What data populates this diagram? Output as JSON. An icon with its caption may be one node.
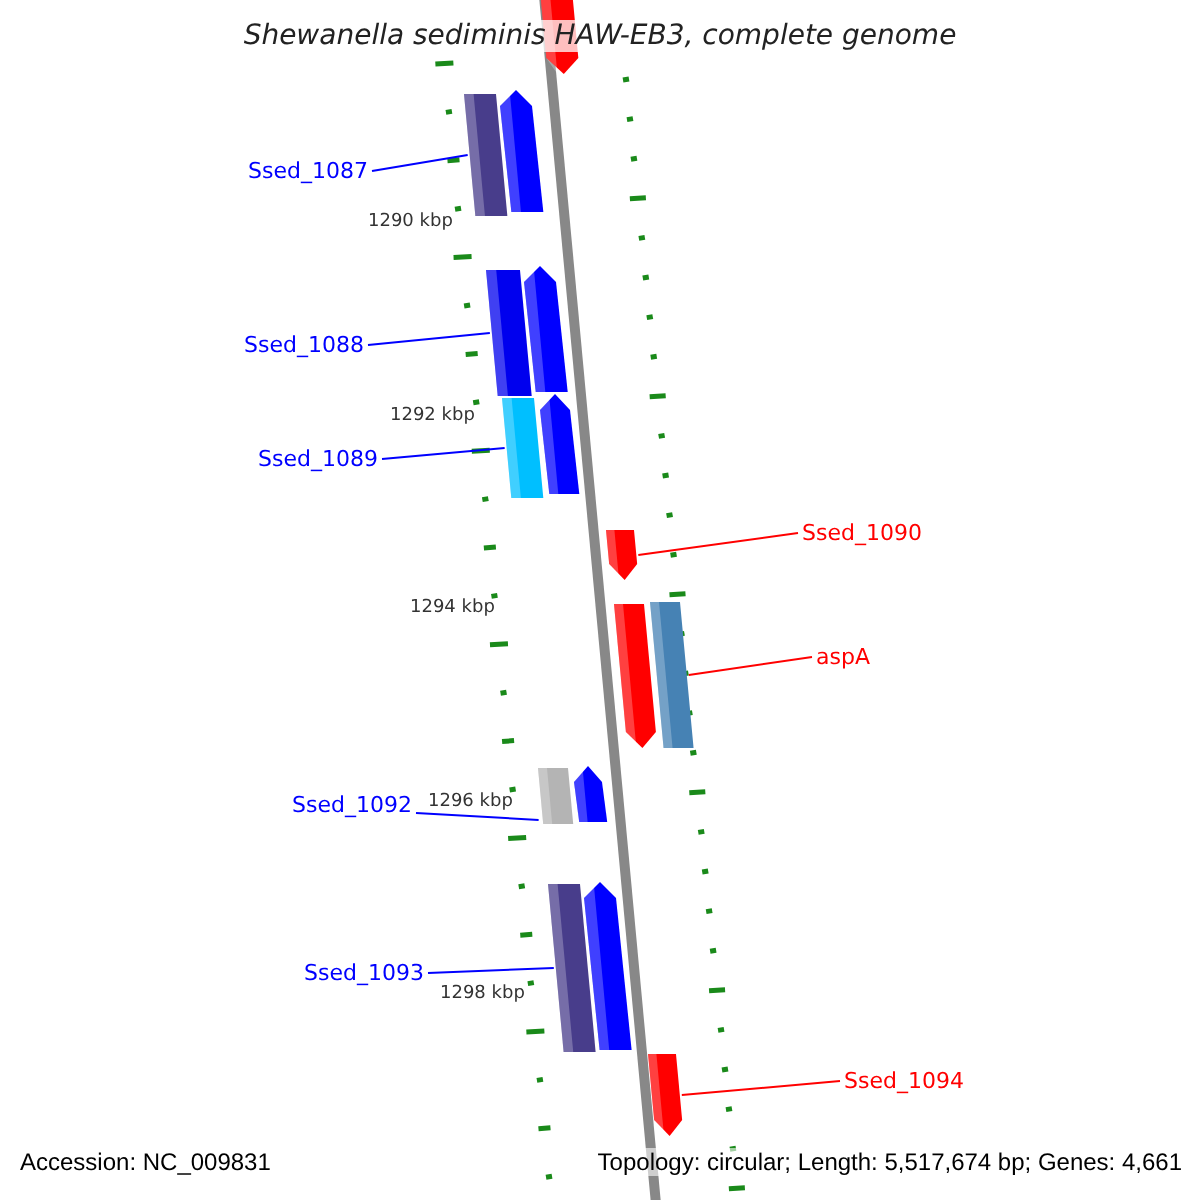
{
  "diagram": {
    "title": "Shewanella sediminis HAW-EB3, complete genome",
    "nodes": [
      {
        "text": [],
        "shape": "pentagon"
      },
      {
        "text": [],
        "shape": "bar"
      },
      {
        "text": [],
        "shape": "pentagon"
      },
      {
        "text": [
          "Ssed_1087"
        ]
      },
      {
        "text": [],
        "shape": "bar"
      },
      {
        "text": [],
        "shape": "pentagon"
      },
      {
        "text": [
          "Ssed_1088"
        ]
      },
      {
        "text": [],
        "shape": "bar"
      },
      {
        "text": [],
        "shape": "pentagon"
      },
      {
        "text": [
          "Ssed_1089"
        ]
      },
      {
        "text": [],
        "shape": "pentagon"
      },
      {
        "text": [
          "Ssed_1090"
        ]
      },
      {
        "text": [],
        "shape": "pentagon"
      },
      {
        "text": [],
        "shape": "bar"
      },
      {
        "text": [
          "aspA"
        ]
      },
      {
        "text": [],
        "shape": "bar"
      },
      {
        "text": [],
        "shape": "pentagon"
      },
      {
        "text": [
          "Ssed_1092"
        ]
      },
      {
        "text": [],
        "shape": "bar"
      },
      {
        "text": [],
        "shape": "pentagon"
      },
      {
        "text": [
          "Ssed_1093"
        ]
      },
      {
        "text": [],
        "shape": "pentagon"
      },
      {
        "text": [
          "Ssed_1094"
        ]
      }
    ],
    "edges": [
      {
        "from": 3,
        "to": 1,
        "arrow": "none"
      },
      {
        "from": 6,
        "to": 4,
        "arrow": "none"
      },
      {
        "from": 9,
        "to": 7,
        "arrow": "none"
      },
      {
        "from": 11,
        "to": 10,
        "arrow": "none",
        "color": "#ff0000"
      },
      {
        "from": 14,
        "to": 13,
        "arrow": "none",
        "color": "#ff0000"
      },
      {
        "from": 17,
        "to": 15,
        "arrow": "none"
      },
      {
        "from": 20,
        "to": 18,
        "arrow": "none"
      },
      {
        "from": 22,
        "to": 21,
        "arrow": "none",
        "color": "#ff0000"
      }
    ],
    "labels": [
      "1290 kbp",
      "1292 kbp",
      "1294 kbp",
      "1296 kbp",
      "1298 kbp",
      "Accession: NC_009831",
      "Topology: circular; Length: 5,517,674 bp; Genes: 4,661"
    ]
  }
}
